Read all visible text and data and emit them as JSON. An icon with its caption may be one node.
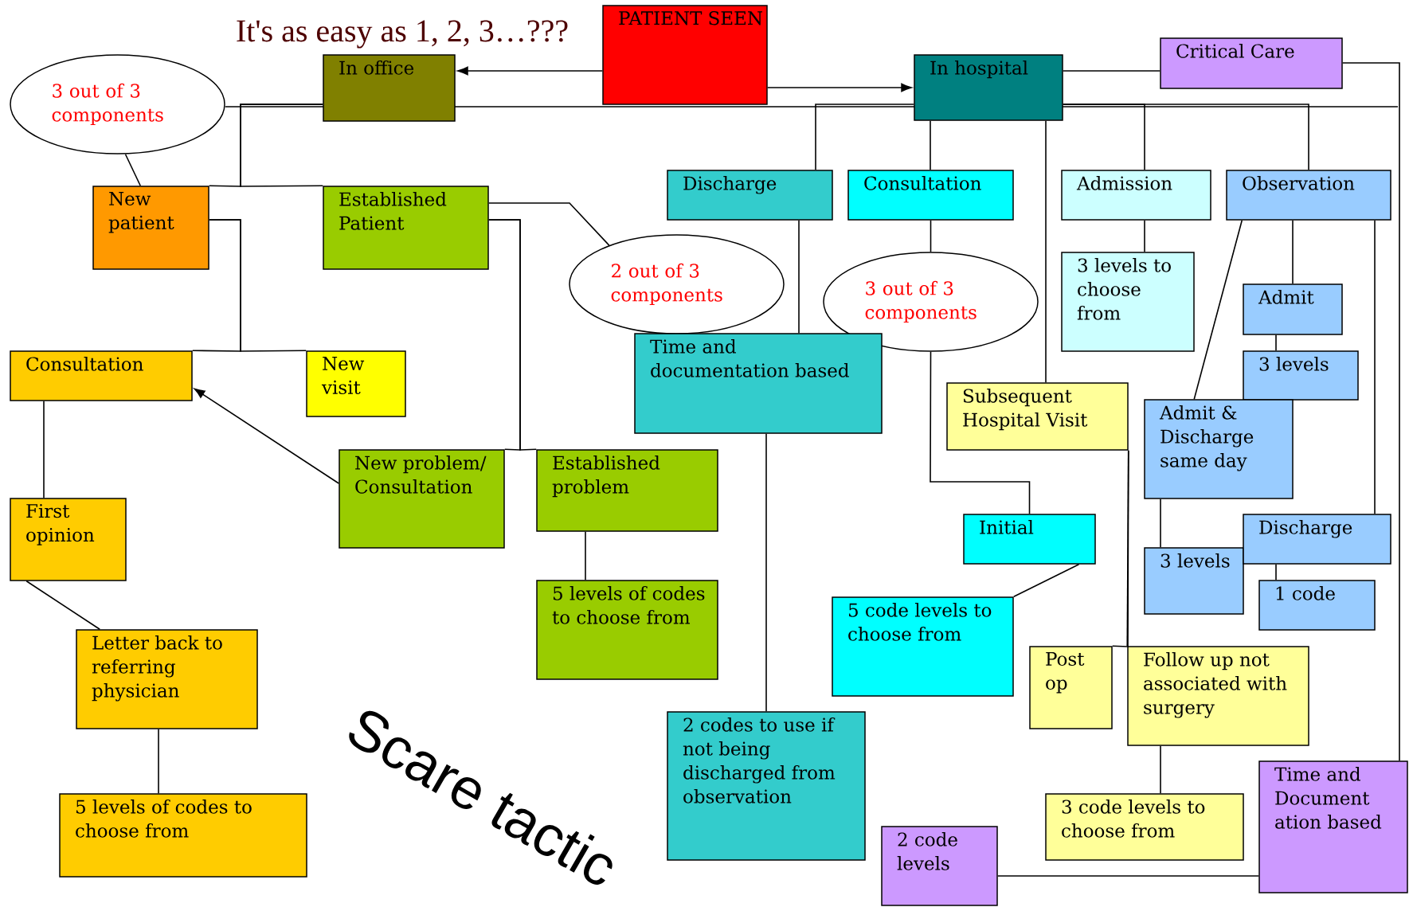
{
  "diagram": {
    "title": "It's as easy as 1, 2, 3…???",
    "nodes": [
      {
        "text": [
          "PATIENT SEEN"
        ]
      },
      {
        "text": [
          "In office"
        ]
      },
      {
        "text": [
          "In hospital"
        ]
      },
      {
        "text": [
          "Critical Care"
        ]
      },
      {
        "text": [
          "3 out of 3 components"
        ]
      },
      {
        "text": [
          "New patient"
        ]
      },
      {
        "text": [
          "Established Patient"
        ]
      },
      {
        "text": [
          "2 out of 3 components"
        ]
      },
      {
        "text": [
          "Discharge"
        ]
      },
      {
        "text": [
          "Consultation"
        ]
      },
      {
        "text": [
          "Admission"
        ]
      },
      {
        "text": [
          "Observation"
        ]
      },
      {
        "text": [
          "3 out of 3 components"
        ]
      },
      {
        "text": [
          "3 levels to choose from"
        ]
      },
      {
        "text": [
          "Admit"
        ]
      },
      {
        "text": [
          "3 levels"
        ]
      },
      {
        "text": [
          "Consultation"
        ]
      },
      {
        "text": [
          "New visit"
        ]
      },
      {
        "text": [
          "Time and documentation based"
        ]
      },
      {
        "text": [
          "Subsequent Hospital Visit"
        ]
      },
      {
        "text": [
          "Admit & Discharge same day"
        ]
      },
      {
        "text": [
          "New problem/ Consultation"
        ]
      },
      {
        "text": [
          "Established problem"
        ]
      },
      {
        "text": [
          "First opinion"
        ]
      },
      {
        "text": [
          "Initial"
        ]
      },
      {
        "text": [
          "3 levels"
        ]
      },
      {
        "text": [
          "Discharge"
        ]
      },
      {
        "text": [
          "1 code"
        ]
      },
      {
        "text": [
          "5 levels of codes to choose from"
        ]
      },
      {
        "text": [
          "5 code levels to choose from"
        ]
      },
      {
        "text": [
          "Letter back to referring physician"
        ]
      },
      {
        "text": [
          "Post op"
        ]
      },
      {
        "text": [
          "Follow up not associated with surgery"
        ]
      },
      {
        "text": [
          "2 codes to use if not being discharged from observation"
        ]
      },
      {
        "text": [
          "Time and Document ation based"
        ]
      },
      {
        "text": [
          "5 levels of codes to choose from"
        ]
      },
      {
        "text": [
          "3 code levels to choose from"
        ]
      },
      {
        "text": [
          "2 code levels"
        ]
      }
    ],
    "edges": [
      {
        "from": 0,
        "to": 1,
        "arrow": "to"
      },
      {
        "from": 0,
        "to": 2,
        "arrow": "to"
      },
      {
        "from": 1,
        "to": 5,
        "arrow": "none"
      },
      {
        "from": 1,
        "to": 6,
        "arrow": "none"
      },
      {
        "from": 4,
        "to": 5,
        "arrow": "none"
      },
      {
        "from": 5,
        "to": 16,
        "arrow": "none"
      },
      {
        "from": 5,
        "to": 17,
        "arrow": "none"
      },
      {
        "from": 6,
        "to": 21,
        "arrow": "none"
      },
      {
        "from": 6,
        "to": 22,
        "arrow": "none"
      },
      {
        "from": 6,
        "to": 7,
        "arrow": "none"
      },
      {
        "from": 21,
        "to": 16,
        "arrow": "to"
      },
      {
        "from": 16,
        "to": 23,
        "arrow": "none"
      },
      {
        "from": 23,
        "to": 30,
        "arrow": "none"
      },
      {
        "from": 30,
        "to": 35,
        "arrow": "none"
      },
      {
        "from": 22,
        "to": 28,
        "arrow": "none"
      },
      {
        "from": 2,
        "to": 8,
        "arrow": "none"
      },
      {
        "from": 2,
        "to": 9,
        "arrow": "none"
      },
      {
        "from": 2,
        "to": 10,
        "arrow": "none"
      },
      {
        "from": 2,
        "to": 11,
        "arrow": "none"
      },
      {
        "from": 2,
        "to": 19,
        "arrow": "none"
      },
      {
        "from": 2,
        "to": 3,
        "arrow": "none"
      },
      {
        "from": 3,
        "to": 34,
        "arrow": "none"
      },
      {
        "from": 8,
        "to": 18,
        "arrow": "none"
      },
      {
        "from": 18,
        "to": 33,
        "arrow": "none"
      },
      {
        "from": 9,
        "to": 12,
        "arrow": "none"
      },
      {
        "from": 12,
        "to": 24,
        "arrow": "none"
      },
      {
        "from": 24,
        "to": 29,
        "arrow": "none"
      },
      {
        "from": 10,
        "to": 13,
        "arrow": "none"
      },
      {
        "from": 11,
        "to": 14,
        "arrow": "none"
      },
      {
        "from": 14,
        "to": 15,
        "arrow": "none"
      },
      {
        "from": 11,
        "to": 20,
        "arrow": "none"
      },
      {
        "from": 20,
        "to": 25,
        "arrow": "none"
      },
      {
        "from": 11,
        "to": 26,
        "arrow": "none"
      },
      {
        "from": 26,
        "to": 27,
        "arrow": "none"
      },
      {
        "from": 19,
        "to": 31,
        "arrow": "none"
      },
      {
        "from": 19,
        "to": 32,
        "arrow": "none"
      },
      {
        "from": 32,
        "to": 36,
        "arrow": "none"
      },
      {
        "from": 37,
        "to": 34,
        "arrow": "none"
      },
      {
        "from": 4,
        "to": null,
        "arrow": "none"
      }
    ],
    "labels": [
      "Scare tactic"
    ]
  }
}
